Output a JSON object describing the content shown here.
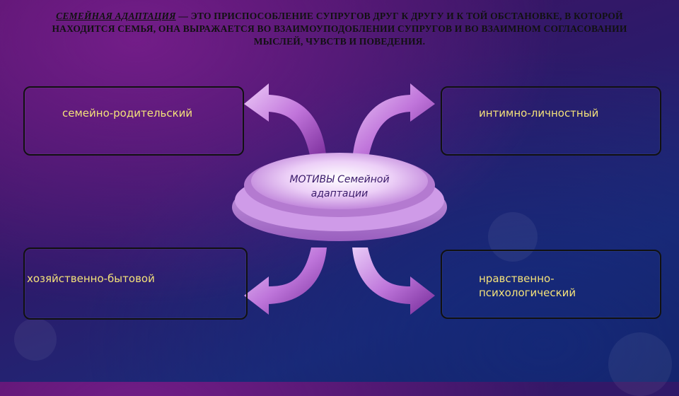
{
  "header": {
    "term": "СЕМЕЙНАЯ АДАПТАЦИЯ",
    "definition": " — ЭТО ПРИСПОСОБЛЕНИЕ СУПРУГОВ ДРУГ К ДРУГУ И К ТОЙ ОБСТАНОВКЕ, В КОТОРОЙ НАХОДИТСЯ СЕМЬЯ, ОНА ВЫРАЖАЕТСЯ ВО ВЗАИМОУПОДОБЛЕНИИ СУПРУГОВ И ВО ВЗАИМНОМ СОГЛАСОВАНИИ МЫСЛЕЙ, ЧУВСТВ И ПОВЕДЕНИЯ."
  },
  "center": {
    "text": "МОТИВЫ Семейной адаптации"
  },
  "boxes": {
    "top_left": "семейно-родительский",
    "top_right": "интимно-личностный",
    "bottom_left": "хозяйственно-бытовой",
    "bottom_right": "нравственно-психологический"
  },
  "colors": {
    "label": "#f4e27a",
    "center_disc": "#d9a8ee",
    "arrow": "#c77ae0"
  }
}
